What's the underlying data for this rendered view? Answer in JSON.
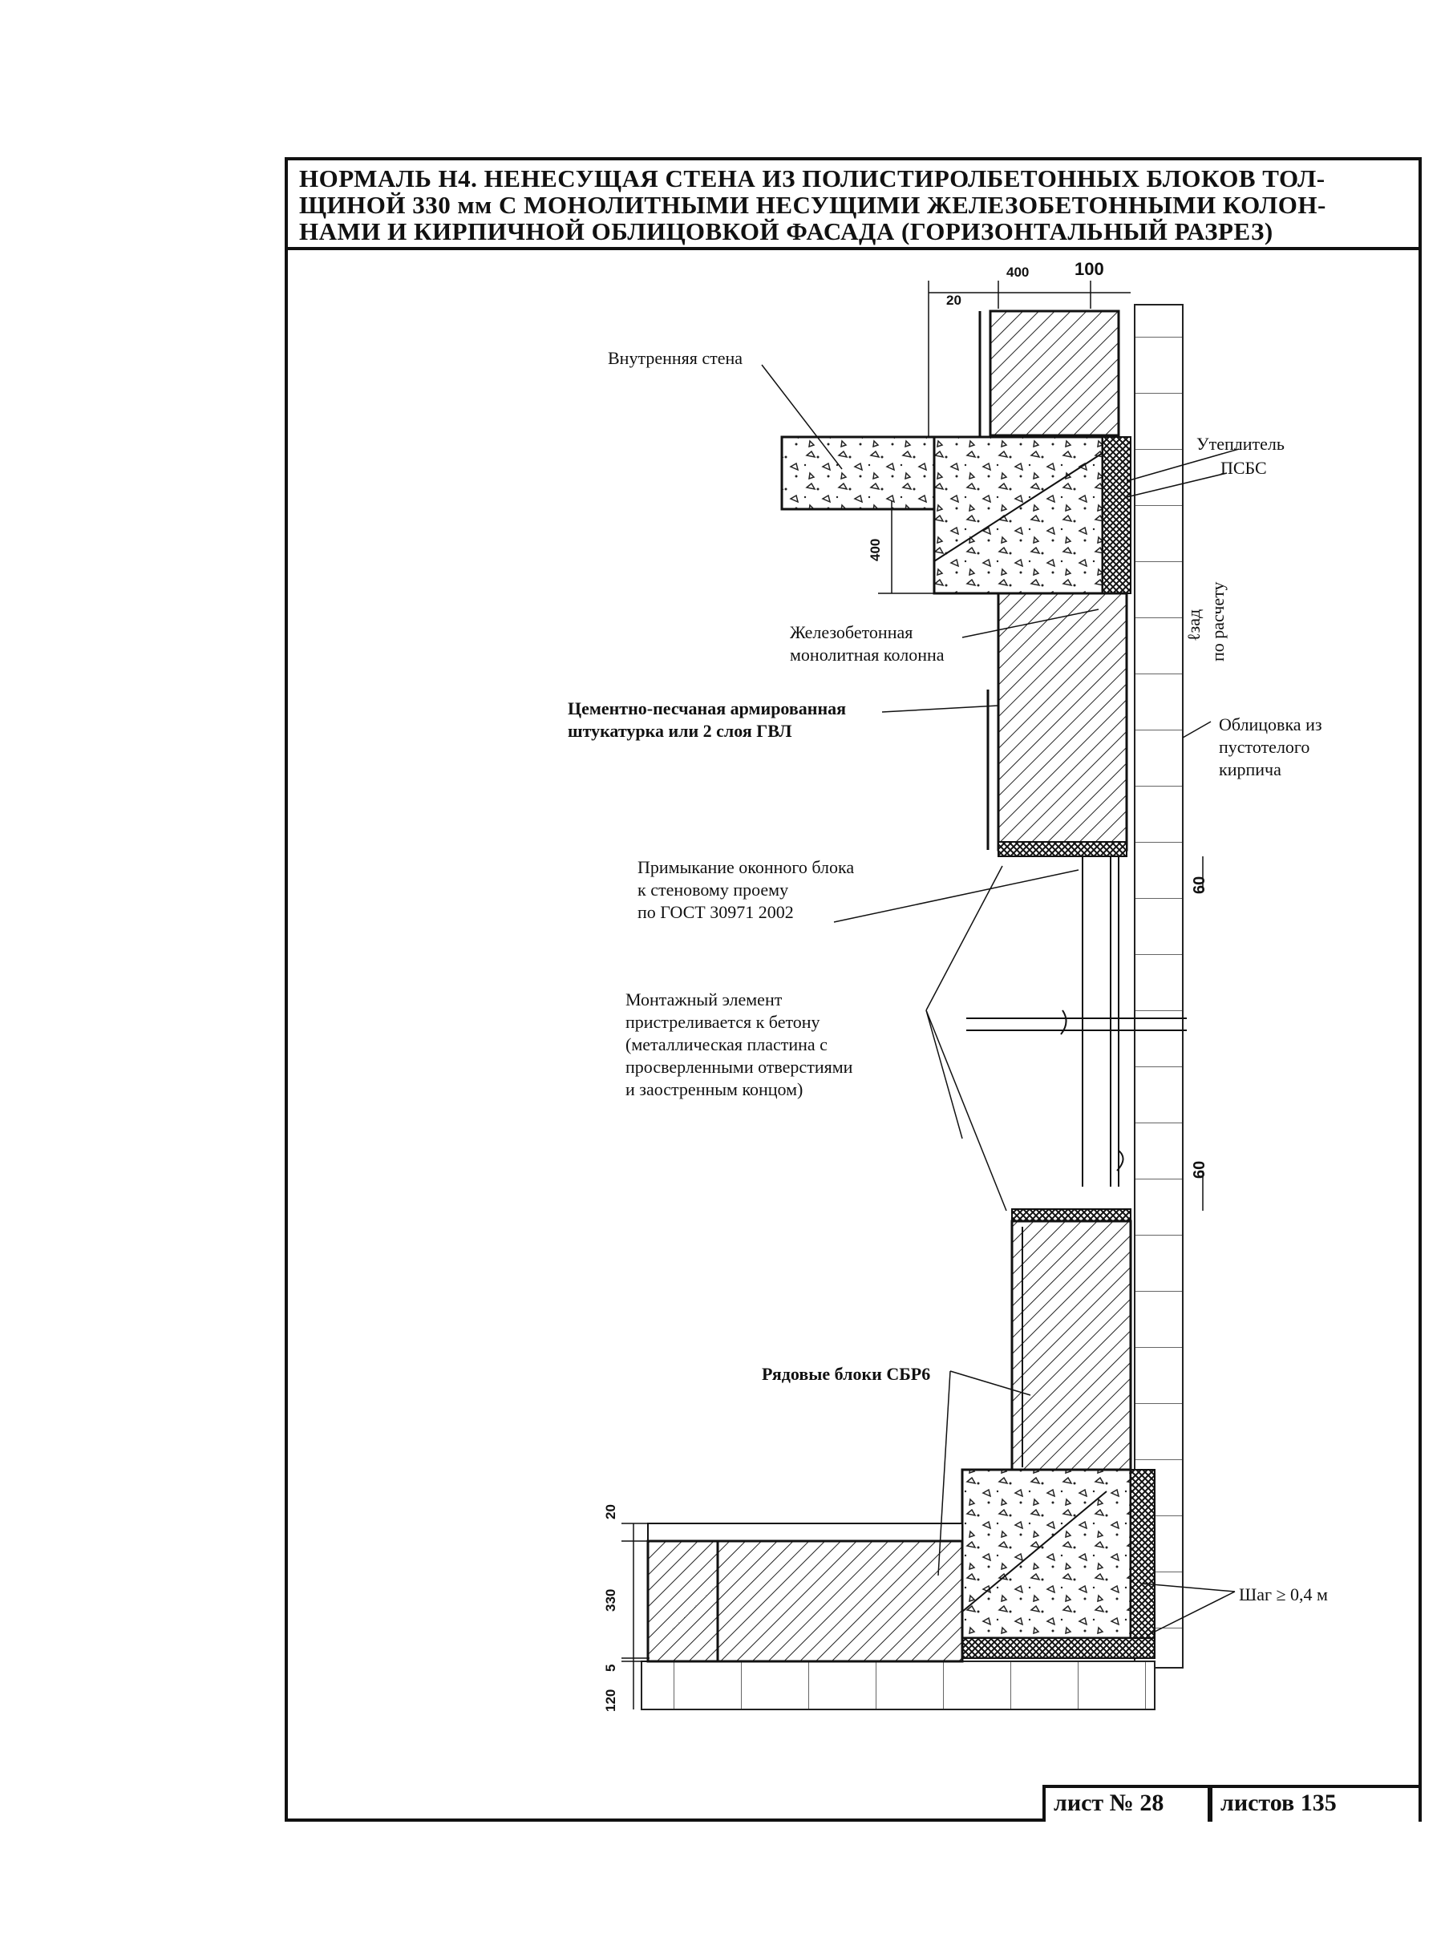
{
  "title": {
    "line1": "НОРМАЛЬ Н4. НЕНЕСУЩАЯ СТЕНА ИЗ ПОЛИСТИРОЛБЕТОННЫХ БЛОКОВ ТОЛ-",
    "line2": "ЩИНОЙ 330 мм  С МОНОЛИТНЫМИ НЕСУЩИМИ ЖЕЛЕЗОБЕТОННЫМИ КОЛОН-",
    "line3": "НАМИ И КИРПИЧНОЙ ОБЛИЦОВКОЙ ФАСАДА (ГОРИЗОНТАЛЬНЫЙ РАЗРЕЗ)"
  },
  "labels": {
    "inner_wall": "Внутренняя стена",
    "insulation_1": "Утеплитель",
    "insulation_2": "ПСБС",
    "column_1": "Железобетонная",
    "column_2": "монолитная колонна",
    "plaster_1": "Цементно-песчаная армированная",
    "plaster_2": "штукатурка или 2 слоя ГВЛ",
    "cladding_1": "Облицовка из",
    "cladding_2": "пустотелого",
    "cladding_3": "кирпича",
    "window_1": "Примыкание оконного блока",
    "window_2": "к стеновому проему",
    "window_3": "по ГОСТ 30971 2002",
    "mount_1": "Монтажный элемент",
    "mount_2": "пристреливается к бетону",
    "mount_3": "(металлическая пластина с",
    "mount_4": "просверленными отверстиями",
    "mount_5": "и заостренным концом)",
    "blocks": "Рядовые блоки СБР6",
    "step": "Шаг ≥ 0,4 м",
    "anchor_1": "ℓзад",
    "anchor_2": "по расчету"
  },
  "dimensions": {
    "d400_top": "400",
    "d100_top": "100",
    "d20_top": "20",
    "d400_col": "400",
    "d60_upper": "60",
    "d60_lower": "60",
    "d20_left": "20",
    "d330_left": "330",
    "d5_left": "5",
    "d120_left": "120"
  },
  "stamp": {
    "sheet_label": "лист № 28",
    "sheets_label": "листов",
    "sheets_count": "135"
  }
}
